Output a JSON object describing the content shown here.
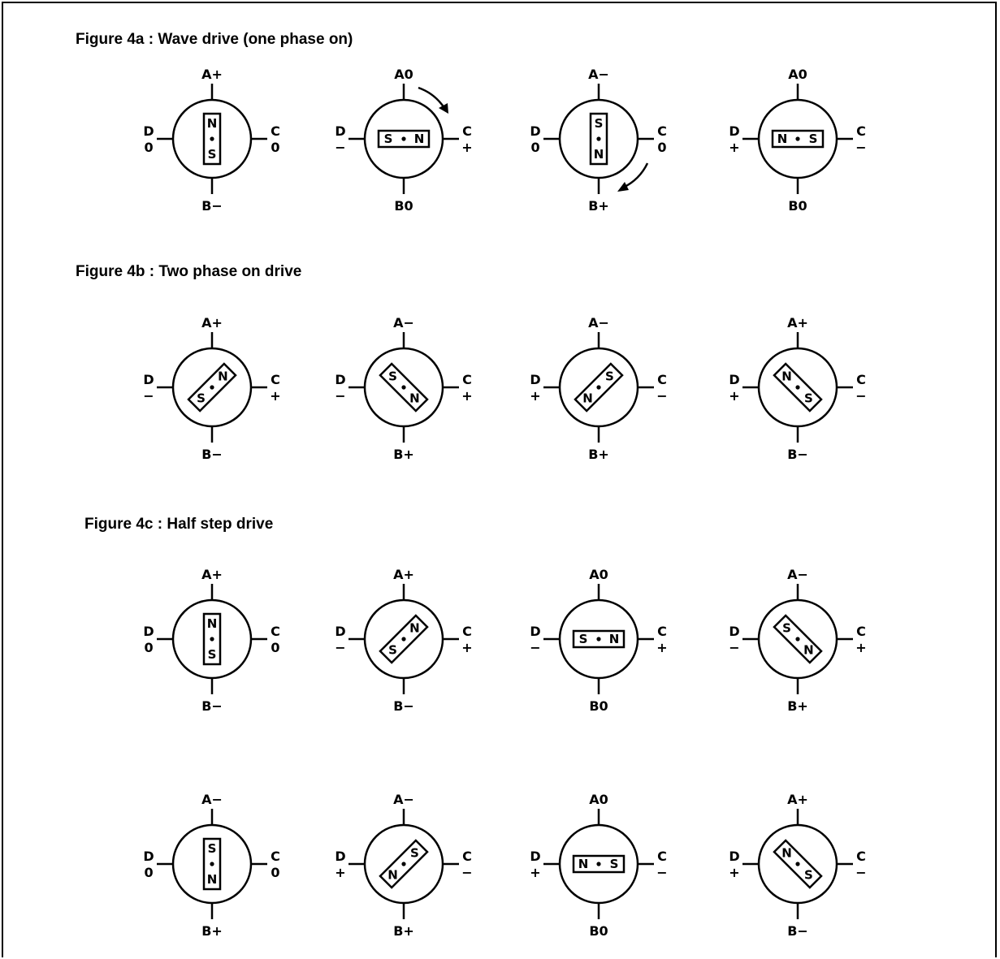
{
  "figures": [
    {
      "title": "Figure 4a : Wave drive (one phase on)",
      "motors": [
        {
          "A": [
            "A",
            "+"
          ],
          "B": [
            "B",
            "−"
          ],
          "C": [
            "C",
            "0"
          ],
          "D": [
            "D",
            "0"
          ],
          "angle": 90,
          "poles": [
            "N",
            "S"
          ],
          "arrow": null
        },
        {
          "A": [
            "A",
            "0"
          ],
          "B": [
            "B",
            "0"
          ],
          "C": [
            "C",
            "+"
          ],
          "D": [
            "D",
            "−"
          ],
          "angle": 0,
          "poles": [
            "S",
            "N"
          ],
          "arrow": "top-right"
        },
        {
          "A": [
            "A",
            "−"
          ],
          "B": [
            "B",
            "+"
          ],
          "C": [
            "C",
            "0"
          ],
          "D": [
            "D",
            "0"
          ],
          "angle": 90,
          "poles": [
            "S",
            "N"
          ],
          "arrow": "bottom-right"
        },
        {
          "A": [
            "A",
            "0"
          ],
          "B": [
            "B",
            "0"
          ],
          "C": [
            "C",
            "−"
          ],
          "D": [
            "D",
            "+"
          ],
          "angle": 0,
          "poles": [
            "N",
            "S"
          ],
          "arrow": null
        }
      ]
    },
    {
      "title": "Figure 4b : Two phase on drive",
      "motors": [
        {
          "A": [
            "A",
            "+"
          ],
          "B": [
            "B",
            "−"
          ],
          "C": [
            "C",
            "+"
          ],
          "D": [
            "D",
            "−"
          ],
          "angle": -45,
          "poles": [
            "S",
            "N"
          ],
          "arrow": null
        },
        {
          "A": [
            "A",
            "−"
          ],
          "B": [
            "B",
            "+"
          ],
          "C": [
            "C",
            "+"
          ],
          "D": [
            "D",
            "−"
          ],
          "angle": 45,
          "poles": [
            "S",
            "N"
          ],
          "arrow": null
        },
        {
          "A": [
            "A",
            "−"
          ],
          "B": [
            "B",
            "+"
          ],
          "C": [
            "C",
            "−"
          ],
          "D": [
            "D",
            "+"
          ],
          "angle": -45,
          "poles": [
            "N",
            "S"
          ],
          "arrow": null
        },
        {
          "A": [
            "A",
            "+"
          ],
          "B": [
            "B",
            "−"
          ],
          "C": [
            "C",
            "−"
          ],
          "D": [
            "D",
            "+"
          ],
          "angle": 45,
          "poles": [
            "N",
            "S"
          ],
          "arrow": null
        }
      ]
    },
    {
      "title": "Figure 4c : Half step drive",
      "motors": [
        {
          "A": [
            "A",
            "+"
          ],
          "B": [
            "B",
            "−"
          ],
          "C": [
            "C",
            "0"
          ],
          "D": [
            "D",
            "0"
          ],
          "angle": 90,
          "poles": [
            "N",
            "S"
          ],
          "arrow": null
        },
        {
          "A": [
            "A",
            "+"
          ],
          "B": [
            "B",
            "−"
          ],
          "C": [
            "C",
            "+"
          ],
          "D": [
            "D",
            "−"
          ],
          "angle": -45,
          "poles": [
            "S",
            "N"
          ],
          "arrow": null
        },
        {
          "A": [
            "A",
            "0"
          ],
          "B": [
            "B",
            "0"
          ],
          "C": [
            "C",
            "+"
          ],
          "D": [
            "D",
            "−"
          ],
          "angle": 0,
          "poles": [
            "S",
            "N"
          ],
          "arrow": null
        },
        {
          "A": [
            "A",
            "−"
          ],
          "B": [
            "B",
            "+"
          ],
          "C": [
            "C",
            "+"
          ],
          "D": [
            "D",
            "−"
          ],
          "angle": 45,
          "poles": [
            "S",
            "N"
          ],
          "arrow": null
        },
        {
          "A": [
            "A",
            "−"
          ],
          "B": [
            "B",
            "+"
          ],
          "C": [
            "C",
            "0"
          ],
          "D": [
            "D",
            "0"
          ],
          "angle": 90,
          "poles": [
            "S",
            "N"
          ],
          "arrow": null
        },
        {
          "A": [
            "A",
            "−"
          ],
          "B": [
            "B",
            "+"
          ],
          "C": [
            "C",
            "−"
          ],
          "D": [
            "D",
            "+"
          ],
          "angle": -45,
          "poles": [
            "N",
            "S"
          ],
          "arrow": null
        },
        {
          "A": [
            "A",
            "0"
          ],
          "B": [
            "B",
            "0"
          ],
          "C": [
            "C",
            "−"
          ],
          "D": [
            "D",
            "+"
          ],
          "angle": 0,
          "poles": [
            "N",
            "S"
          ],
          "arrow": null
        },
        {
          "A": [
            "A",
            "+"
          ],
          "B": [
            "B",
            "−"
          ],
          "C": [
            "C",
            "−"
          ],
          "D": [
            "D",
            "+"
          ],
          "angle": 45,
          "poles": [
            "N",
            "S"
          ],
          "arrow": null
        }
      ]
    }
  ]
}
